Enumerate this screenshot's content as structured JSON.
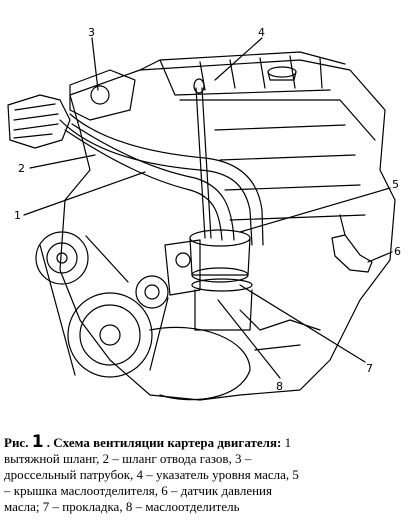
{
  "callouts": [
    "1",
    "2",
    "3",
    "4",
    "5",
    "6",
    "7",
    "8"
  ],
  "caption": {
    "label": "Рис.",
    "number": "1",
    "title": ". Схема вентиляции картера двигателя:",
    "lines": [
      " 1",
      "вытяжной шланг, 2 – шланг отвода газов, 3 –",
      "дроссельный патрубок, 4 – указатель уровня масла, 5",
      "– крышка маслоотделителя, 6 – датчик давления",
      "масла; 7 – прокладка, 8 – маслоотделитель"
    ]
  }
}
